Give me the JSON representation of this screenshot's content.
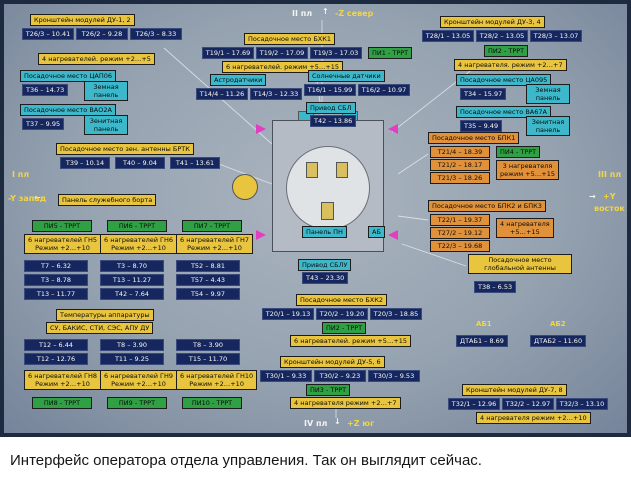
{
  "caption": "Интерфейс оператора отдела управления. Так он выглядит сейчас.",
  "colors": {
    "yellow": "#e8c43f",
    "orange": "#e0913a",
    "green": "#2fa044",
    "cyan": "#3db8cb",
    "navy": "#16265e",
    "magenta": "#e23fc0",
    "screen_bg": "#95a2b0"
  },
  "directions": {
    "top_plane": "II пл",
    "top_arrow": "↑",
    "top_axis": "-Z север",
    "bottom_plane": "IV пл",
    "bottom_arrow": "↓",
    "bottom_axis": "+Z юг",
    "left_plane": "I пл",
    "left_arrow": "←",
    "left_axis": "-Y запад",
    "right_plane": "III пл",
    "right_arrow": "→",
    "right_axis_1": "+Y",
    "right_axis_2": "восток"
  },
  "du12": {
    "title": "Кронштейн модулей ДУ-1, 2",
    "v": [
      "Т26/3 – 10.41",
      "Т26/2 – 9.28",
      "Т26/3 – 8.33"
    ],
    "note": "4 нагревателей. режим +2…+5"
  },
  "bhk1": {
    "title": "Посадочное место БХК1",
    "v": [
      "Т19/1 – 17.69",
      "Т19/2 – 17.09",
      "Т19/3 – 17.03"
    ],
    "pi": "ПИ1 - ТРРТ",
    "note": "6 нагревателей. режим +5…+15"
  },
  "du34": {
    "title": "Кронштейн модулей ДУ-3, 4",
    "v": [
      "Т28/1 – 13.05",
      "Т28/2 – 13.05",
      "Т28/3 – 13.07"
    ],
    "pi": "ПИ2 - ТРРТ",
    "note": "4 нагревателя. режим +2…+7"
  },
  "cap06": {
    "title": "Посадочное место ЦАП06",
    "v": "Т36 – 14.73",
    "panel": "Земная панель"
  },
  "vao2a": {
    "title": "Посадочное место ВАО2А",
    "v": "Т37 – 9.95",
    "panel": "Зенитная панель"
  },
  "ca095": {
    "title": "Посадочное место ЦА095",
    "v": "Т34 – 15.97",
    "panel": "Земная панель"
  },
  "va67a": {
    "title": "Посадочное место ВА67А",
    "v": "Т35 – 9.49",
    "panel": "Зенитная панель"
  },
  "astro": {
    "title": "Астродатчики",
    "v": [
      "Т14/4 – 11.26",
      "Т14/3 – 12.33"
    ]
  },
  "sun": {
    "title": "Солнечные датчики",
    "v": [
      "Т16/1 – 15.99",
      "Т16/2 – 10.97"
    ]
  },
  "sbl": {
    "title": "Привод СБЛ",
    "v": "Т42 – 13.86"
  },
  "sblu": {
    "title": "Привод СБЛУ",
    "v": "Т43 – 23.30"
  },
  "brtk": {
    "title": "Посадочное место зен. антенны БРТК",
    "v": [
      "Т39 – 10.14",
      "Т40 – 9.04",
      "Т41 – 13.61"
    ]
  },
  "bpk1": {
    "title": "Посадочное место БПК1",
    "v": [
      "Т21/4 – 18.39",
      "Т21/2 – 18.17",
      "Т21/3 – 18.26"
    ],
    "pi": "ПИ4 - ТРРТ",
    "note": [
      "3 нагревателя",
      "режим +5…+15"
    ]
  },
  "bpk23": {
    "title": "Посадочное место БПК2 и БПК3",
    "v": [
      "Т22/1 – 19.37",
      "Т27/2 – 19.12",
      "Т22/3 – 19.68"
    ],
    "note": [
      "4 нагревателя",
      "+5…+15"
    ]
  },
  "glob": {
    "title": "Посадочное место глобальной антенны",
    "v": "Т38 – 6.53"
  },
  "ab": {
    "label_1": "АБ1",
    "label_2": "АБ2",
    "v1": "ДТАБ1 – 8.69",
    "v2": "ДТАБ2 – 11.60"
  },
  "service": {
    "title": "Панель служебного борта",
    "pi": [
      "ПИ5 - ТРРТ",
      "ПИ6 - ТРРТ",
      "ПИ7 - ТРРТ"
    ],
    "heaters": [
      [
        "6 нагревателей ГН5",
        "Режим +2…+10"
      ],
      [
        "6 нагревателей ГН6",
        "Режим +2…+10"
      ],
      [
        "6 нагревателей ГН7",
        "Режим +2…+10"
      ]
    ],
    "grid": [
      [
        "Т7 – 6.32",
        "Т3 – 8.70",
        "Т52 – 8.81"
      ],
      [
        "Т3 – 8.78",
        "Т13 – 11.27",
        "Т57 – 4.43"
      ],
      [
        "Т13 – 11.77",
        "Т42 – 7.64",
        "Т54 – 9.97"
      ]
    ]
  },
  "apparatus": {
    "title": "Температуры аппаратуры",
    "subtitle": "СУ, БАКИС, СТИ, СЭС, АПУ ДУ",
    "grid": [
      [
        "Т12 – 6.44",
        "Т8 – 3.90",
        "Т8 – 3.90"
      ],
      [
        "Т12 – 12.76",
        "Т11 – 9.25",
        "Т15 – 11.70"
      ]
    ],
    "heaters": [
      [
        "6 нагревателей ГН8",
        "Режим +2…+10"
      ],
      [
        "6 нагревателей ГН9",
        "Режим +2…+10"
      ],
      [
        "6 нагревателей ГН10",
        "Режим +2…+10"
      ]
    ],
    "pi": [
      "ПИ8 - ТРРТ",
      "ПИ9 - ТРРТ",
      "ПИ10 - ТРРТ"
    ]
  },
  "bhk2": {
    "title": "Посадочное место БХК2",
    "v": [
      "Т20/1 – 19.13",
      "Т20/2 – 19.20",
      "Т20/3 – 18.85"
    ],
    "pi": "ПИ2 - ТРРТ",
    "note": "6 нагревателей. режим +5…+15"
  },
  "du56": {
    "title": "Кронштейн модулей ДУ-5, 6",
    "v": [
      "Т30/1 – 9.33",
      "Т30/2 – 9.23",
      "Т30/3 – 9.53"
    ],
    "pi": "ПИ3 - ТРРТ",
    "note": "4 нагревателя режим +2…+7"
  },
  "du78": {
    "title": "Кронштейн модулей ДУ-7, 8",
    "v": [
      "Т32/1 – 12.96",
      "Т32/2 – 12.97",
      "Т32/3 – 13.10"
    ],
    "note": "4 нагревателя режим +2…+10"
  },
  "center": {
    "panel_pn": "Панель ПН",
    "ab": "АБ"
  }
}
